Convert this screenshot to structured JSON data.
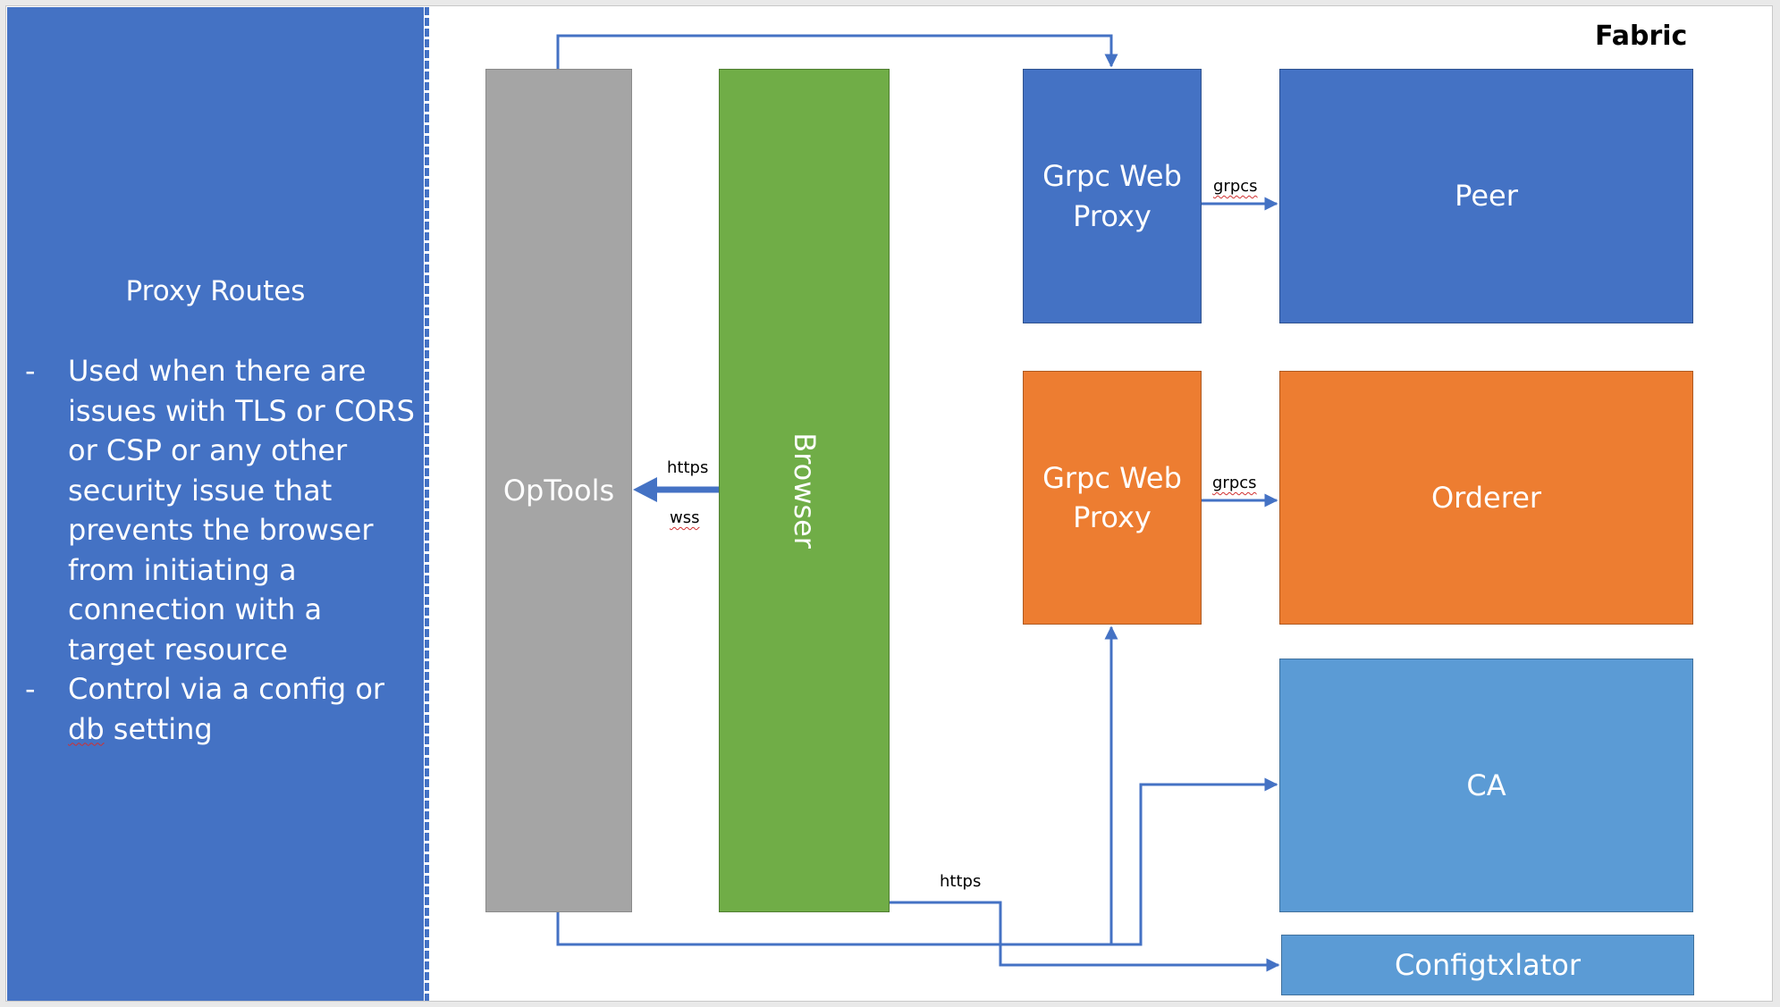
{
  "side_panel": {
    "title": "Proxy Routes",
    "bullets": [
      {
        "dash": "-",
        "text": "Used when there are issues with TLS or CORS or CSP or any other security issue that prevents the browser from initiating a connection with a target resource"
      },
      {
        "dash": "-",
        "text_before": "Control via a config or ",
        "text_flagged": "db",
        "text_after": " setting"
      }
    ]
  },
  "diagram": {
    "region_label": "Fabric",
    "nodes": {
      "optools": "OpTools",
      "browser": "Browser",
      "grpc_proxy_peer": "Grpc Web Proxy",
      "peer": "Peer",
      "grpc_proxy_orderer": "Grpc Web Proxy",
      "orderer": "Orderer",
      "ca": "CA",
      "configtxlator": "Configtxlator"
    },
    "edge_labels": {
      "browser_to_optools_top": "https",
      "browser_to_optools_bottom": "wss",
      "peer_proxy_link": "grpcs",
      "orderer_proxy_link": "grpcs",
      "browser_to_configtxlator": "https"
    }
  },
  "colors": {
    "side_panel": "#4472c4",
    "optools": "#a5a5a5",
    "browser": "#70ad47",
    "peer_group": "#4472c4",
    "orderer_group": "#ed7d31",
    "ca_group": "#5b9bd5",
    "connector": "#4472c4"
  }
}
